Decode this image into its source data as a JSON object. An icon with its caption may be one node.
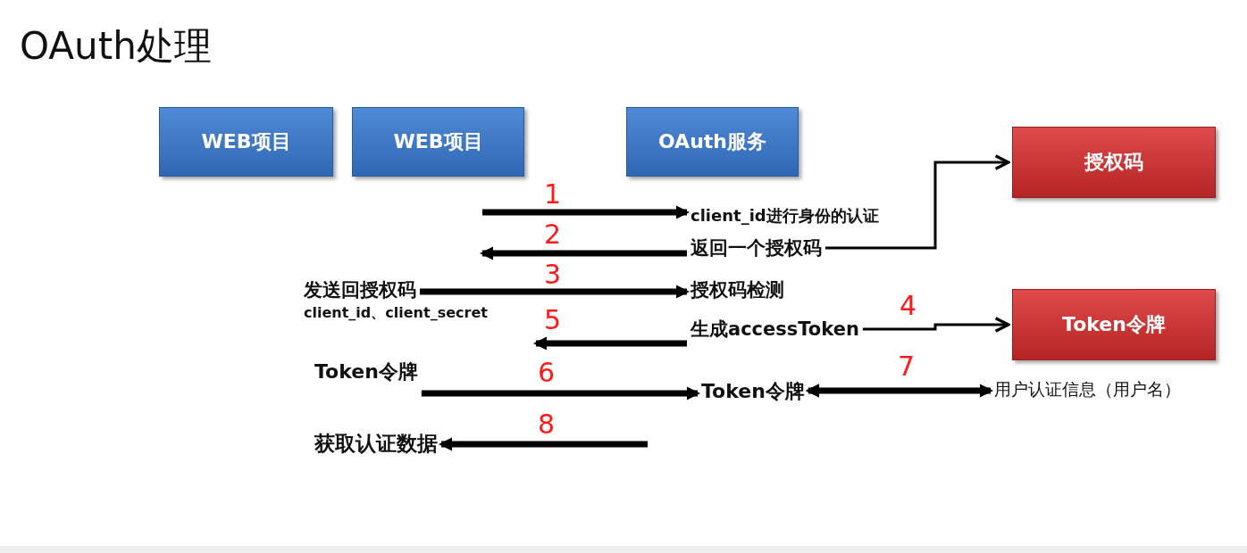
{
  "diagram": {
    "title": "OAuth处理",
    "nodes": [
      {
        "text": [
          "WEB项目"
        ]
      },
      {
        "text": [
          "WEB项目"
        ]
      },
      {
        "text": [
          "OAuth服务"
        ]
      },
      {
        "text": [
          "授权码"
        ]
      },
      {
        "text": [
          "Token令牌"
        ]
      },
      {
        "text": [
          "client_id进行身份的认证"
        ]
      },
      {
        "text": [
          "返回一个授权码"
        ]
      },
      {
        "text": [
          "发送回授权码"
        ]
      },
      {
        "text": [
          "授权码检测"
        ]
      },
      {
        "text": [
          "生成accessToken"
        ]
      },
      {
        "text": [
          "Token令牌"
        ]
      },
      {
        "text": [
          "Token令牌"
        ]
      },
      {
        "text": [
          "用户认证信息（用户名）"
        ]
      },
      {
        "text": [
          "获取认证数据"
        ]
      }
    ],
    "edges": [
      {
        "from": null,
        "to": 5,
        "arrow": "to",
        "label": "1"
      },
      {
        "from": 6,
        "to": null,
        "arrow": "to",
        "label": "2"
      },
      {
        "from": 7,
        "to": 8,
        "arrow": "to",
        "label": "3"
      },
      {
        "from": 6,
        "to": 3,
        "arrow": "to"
      },
      {
        "from": 9,
        "to": 4,
        "arrow": "to",
        "label": "4"
      },
      {
        "from": 9,
        "to": null,
        "arrow": "to",
        "label": "5"
      },
      {
        "from": 10,
        "to": 11,
        "arrow": "to",
        "label": "6"
      },
      {
        "from": 11,
        "to": 12,
        "arrow": "both",
        "label": "7"
      },
      {
        "from": null,
        "to": 13,
        "arrow": "to",
        "label": "8"
      }
    ],
    "labels": [
      "client_id、client_secret"
    ]
  }
}
